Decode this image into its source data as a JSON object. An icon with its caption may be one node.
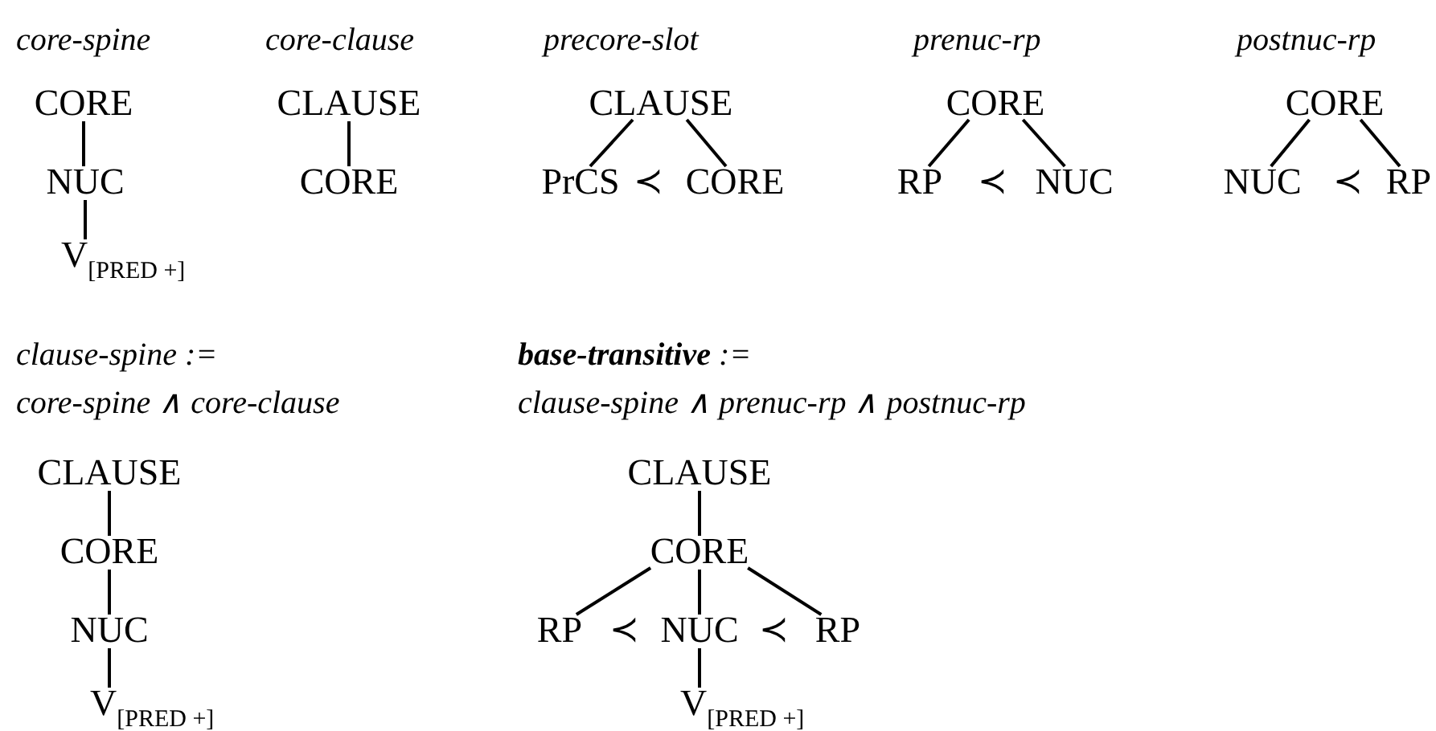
{
  "diagram": {
    "nodes": [
      {
        "text": [
          "CORE"
        ]
      },
      {
        "text": [
          "NUC"
        ]
      },
      {
        "text": [
          "V$_{[PRED +]}$"
        ]
      },
      {
        "text": [
          "CLAUSE"
        ]
      },
      {
        "text": [
          "CORE"
        ]
      },
      {
        "text": [
          "CLAUSE"
        ]
      },
      {
        "text": [
          "PrCS"
        ]
      },
      {
        "text": [
          "CORE"
        ]
      },
      {
        "text": [
          "CORE"
        ]
      },
      {
        "text": [
          "RP"
        ]
      },
      {
        "text": [
          "NUC"
        ]
      },
      {
        "text": [
          "CORE"
        ]
      },
      {
        "text": [
          "NUC"
        ]
      },
      {
        "text": [
          "RP"
        ]
      },
      {
        "text": [
          "CLAUSE"
        ]
      },
      {
        "text": [
          "CORE"
        ]
      },
      {
        "text": [
          "NUC"
        ]
      },
      {
        "text": [
          "V$_{[PRED +]}$"
        ]
      },
      {
        "text": [
          "CLAUSE"
        ]
      },
      {
        "text": [
          "CORE"
        ]
      },
      {
        "text": [
          "RP"
        ]
      },
      {
        "text": [
          "NUC"
        ]
      },
      {
        "text": [
          "RP"
        ]
      },
      {
        "text": [
          "V$_{[PRED +]}$"
        ]
      }
    ],
    "edges": [
      {
        "from": 0,
        "to": 1,
        "arrow": "none"
      },
      {
        "from": 1,
        "to": 2,
        "arrow": "none"
      },
      {
        "from": 3,
        "to": 4,
        "arrow": "none"
      },
      {
        "from": 5,
        "to": 6,
        "arrow": "none"
      },
      {
        "from": 5,
        "to": 7,
        "arrow": "none"
      },
      {
        "from": 8,
        "to": 9,
        "arrow": "none"
      },
      {
        "from": 8,
        "to": 10,
        "arrow": "none"
      },
      {
        "from": 11,
        "to": 12,
        "arrow": "none"
      },
      {
        "from": 11,
        "to": 13,
        "arrow": "none"
      },
      {
        "from": 14,
        "to": 15,
        "arrow": "none"
      },
      {
        "from": 15,
        "to": 16,
        "arrow": "none"
      },
      {
        "from": 16,
        "to": 17,
        "arrow": "none"
      },
      {
        "from": 18,
        "to": 19,
        "arrow": "none"
      },
      {
        "from": 19,
        "to": 20,
        "arrow": "none"
      },
      {
        "from": 19,
        "to": 21,
        "arrow": "none"
      },
      {
        "from": 19,
        "to": 22,
        "arrow": "none"
      },
      {
        "from": 21,
        "to": 23,
        "arrow": "none"
      }
    ],
    "labels": [
      "*core-spine*",
      "*core-clause*",
      "*precore-slot*",
      "*prenuc-rp*",
      "*postnuc-rp*",
      "≺",
      "≺",
      "≺",
      "*clause-spine* :=",
      "**base-transitive** :=",
      "*core-spine* ∧ *core-clause*",
      "*clause-spine* ∧ *prenuc-rp* ∧ *postnuc-rp*",
      "≺",
      "≺"
    ]
  }
}
